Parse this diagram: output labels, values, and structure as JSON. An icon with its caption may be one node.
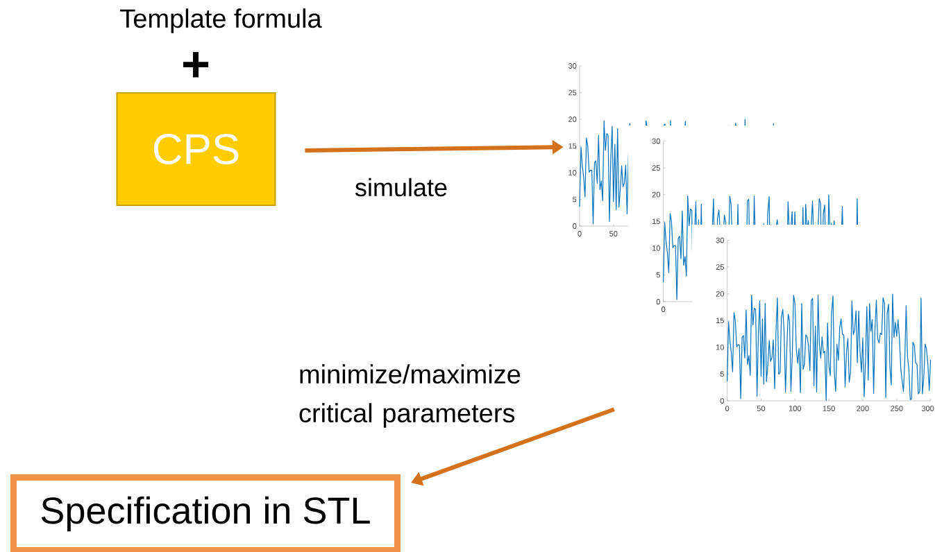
{
  "diagram": {
    "nodes": [
      {
        "text": [
          "CPS"
        ]
      },
      {
        "text": [],
        "shape": "picture"
      },
      {
        "text": [
          "Specification in STL"
        ]
      }
    ],
    "edges": [
      {
        "from": 0,
        "to": 1,
        "arrow": "to",
        "label": "simulate"
      },
      {
        "from": 1,
        "to": 2,
        "arrow": "to",
        "label": "minimize/maximize critical parameters"
      }
    ],
    "labels": [
      "Template formula",
      "+",
      "30",
      "25",
      "20",
      "15",
      "10",
      "5",
      "0",
      "0",
      "50",
      "30",
      "25",
      "20",
      "15",
      "10",
      "5",
      "0",
      "0",
      "30",
      "25",
      "20",
      "15",
      "10",
      "5",
      "0",
      "0",
      "50",
      "100",
      "150",
      "200",
      "250",
      "300"
    ]
  }
}
